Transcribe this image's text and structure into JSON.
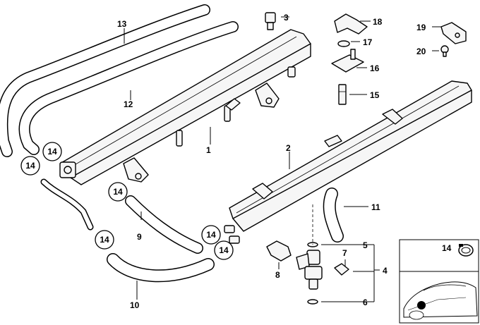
{
  "diagram": {
    "callouts": [
      {
        "id": "c1",
        "text": "1"
      },
      {
        "id": "c2",
        "text": "2"
      },
      {
        "id": "c3",
        "text": "3"
      },
      {
        "id": "c4",
        "text": "4"
      },
      {
        "id": "c5",
        "text": "5"
      },
      {
        "id": "c6",
        "text": "6"
      },
      {
        "id": "c7",
        "text": "7"
      },
      {
        "id": "c8",
        "text": "8"
      },
      {
        "id": "c9",
        "text": "9"
      },
      {
        "id": "c10",
        "text": "10"
      },
      {
        "id": "c11",
        "text": "11"
      },
      {
        "id": "c12",
        "text": "12"
      },
      {
        "id": "c13",
        "text": "13"
      },
      {
        "id": "c15",
        "text": "15"
      },
      {
        "id": "c16",
        "text": "16"
      },
      {
        "id": "c17",
        "text": "17"
      },
      {
        "id": "c18",
        "text": "18"
      },
      {
        "id": "c19",
        "text": "19"
      },
      {
        "id": "c20",
        "text": "20"
      }
    ],
    "circled": [
      {
        "id": "k1",
        "text": "14"
      },
      {
        "id": "k2",
        "text": "14"
      },
      {
        "id": "k3",
        "text": "14"
      },
      {
        "id": "k4",
        "text": "14"
      },
      {
        "id": "k5",
        "text": "14"
      },
      {
        "id": "k6",
        "text": "14"
      }
    ],
    "inset": {
      "label": "14"
    }
  }
}
